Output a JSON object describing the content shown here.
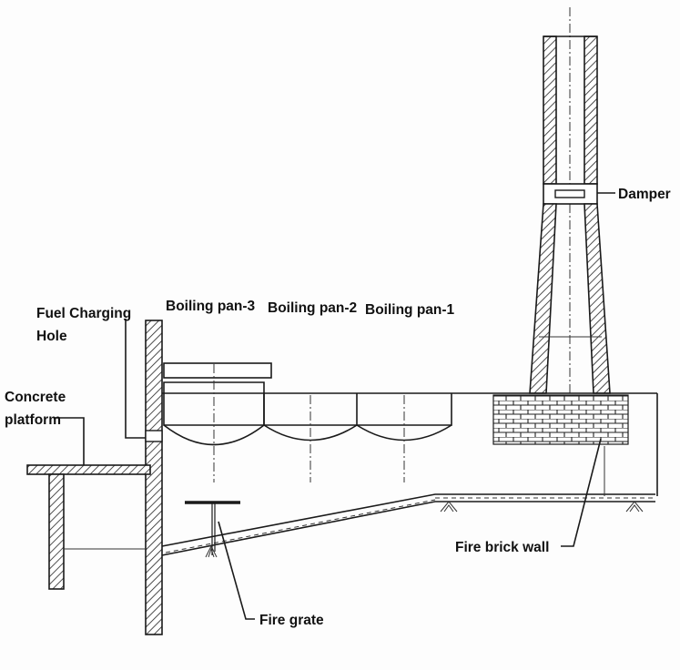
{
  "labels": {
    "damper": "Damper",
    "fuel_charging_line1": "Fuel Charging",
    "fuel_charging_line2": "Hole",
    "boiling_pan_3": "Boiling pan-3",
    "boiling_pan_2": "Boiling pan-2",
    "boiling_pan_1": "Boiling pan-1",
    "concrete_line1": "Concrete",
    "concrete_line2": "platform",
    "fire_brick_wall": "Fire brick wall",
    "fire_grate": "Fire grate"
  }
}
